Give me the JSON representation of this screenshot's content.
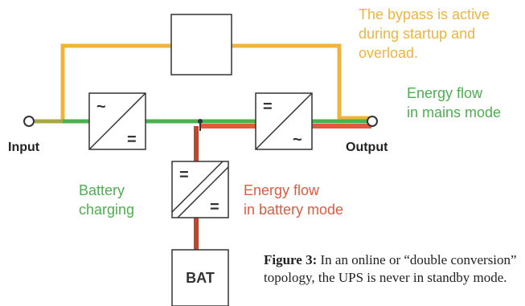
{
  "colors": {
    "bypass": "#f0b43c",
    "mains": "#4caf50",
    "battery": "#e05a40",
    "line": "#333333"
  },
  "notes": {
    "bypass": "The bypass is active\nduring startup and\noverload.",
    "mains": "Energy flow\nin mains mode",
    "battery_flow": "Energy flow\nin battery mode",
    "charging": "Battery\ncharging"
  },
  "terminals": {
    "input": "Input",
    "output": "Output"
  },
  "blocks": {
    "rectifier_top": "~",
    "rectifier_bottom": "=",
    "inverter_top": "=",
    "inverter_bottom": "~",
    "charger_top": "=",
    "charger_bottom": "=",
    "battery": "BAT"
  },
  "caption": {
    "label": "Figure 3:",
    "text": " In an online or “double conversion” topology, the UPS is never in standby mode."
  }
}
